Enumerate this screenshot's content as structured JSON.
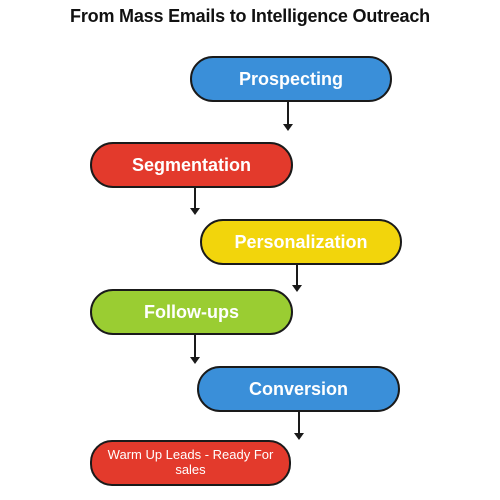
{
  "diagram": {
    "title": "From Mass Emails to Intelligence Outreach",
    "steps": [
      {
        "label": "Prospecting",
        "color": "#3a8fd9"
      },
      {
        "label": "Segmentation",
        "color": "#e33a2c"
      },
      {
        "label": "Personalization",
        "color": "#f2d50c"
      },
      {
        "label": "Follow-ups",
        "color": "#9acd32"
      },
      {
        "label": "Conversion",
        "color": "#3a8fd9"
      },
      {
        "label": "Warm Up Leads - Ready For sales",
        "color": "#e33a2c"
      }
    ],
    "edges": [
      {
        "from": 0,
        "to": 1
      },
      {
        "from": 1,
        "to": 2
      },
      {
        "from": 2,
        "to": 3
      },
      {
        "from": 3,
        "to": 4
      },
      {
        "from": 4,
        "to": 5
      }
    ]
  }
}
